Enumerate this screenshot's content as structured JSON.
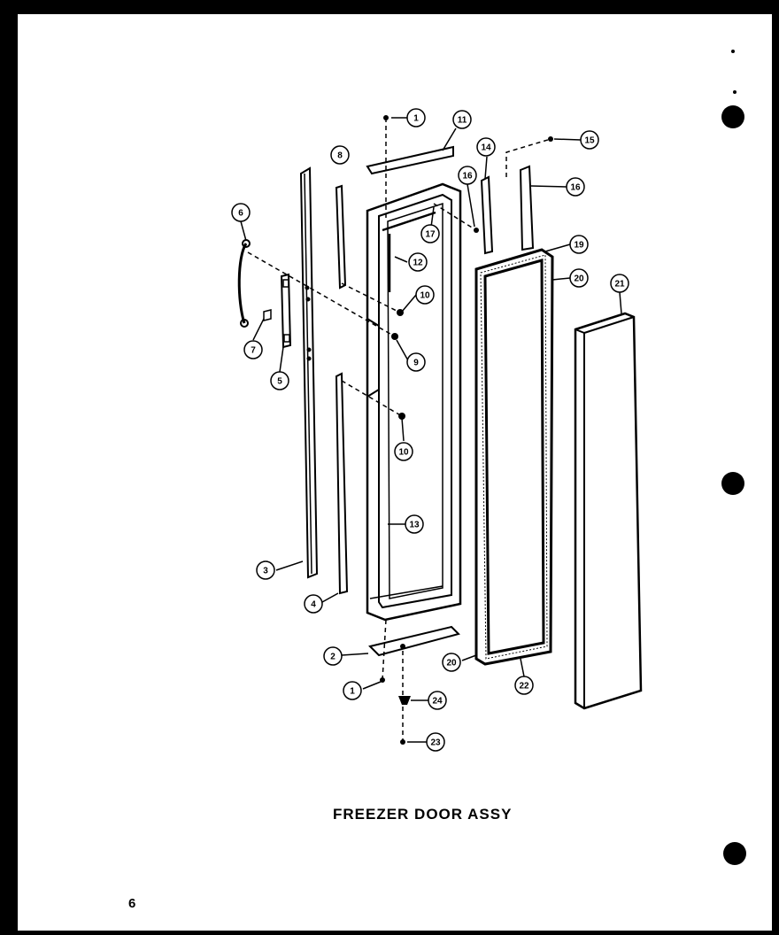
{
  "title": "FREEZER DOOR ASSY",
  "page_number": "6",
  "callouts": [
    "1",
    "11",
    "8",
    "14",
    "15",
    "16",
    "16",
    "6",
    "17",
    "12",
    "19",
    "20",
    "21",
    "10",
    "9",
    "7",
    "5",
    "10",
    "13",
    "3",
    "4",
    "2",
    "20",
    "22",
    "1",
    "24",
    "23"
  ]
}
